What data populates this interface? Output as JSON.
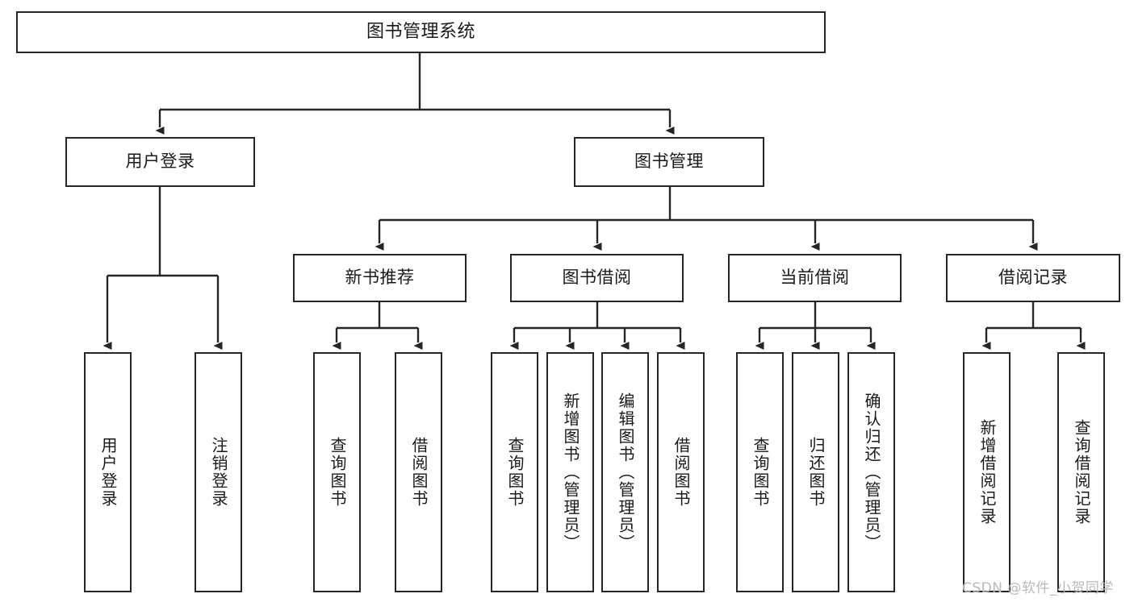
{
  "diagram": {
    "title": "图书管理系统",
    "type": "tree-hierarchy",
    "levels": {
      "root": {
        "label": "图书管理系统"
      },
      "level2": [
        {
          "label": "用户登录"
        },
        {
          "label": "图书管理"
        }
      ],
      "level3": [
        {
          "label": "新书推荐"
        },
        {
          "label": "图书借阅"
        },
        {
          "label": "当前借阅"
        },
        {
          "label": "借阅记录"
        }
      ],
      "leaves": [
        {
          "label": "用户登录"
        },
        {
          "label": "注销登录"
        },
        {
          "label": "查询图书"
        },
        {
          "label": "借阅图书"
        },
        {
          "label": "查询图书"
        },
        {
          "label": "新增图书（管理员）"
        },
        {
          "label": "编辑图书（管理员）"
        },
        {
          "label": "借阅图书"
        },
        {
          "label": "查询图书"
        },
        {
          "label": "归还图书"
        },
        {
          "label": "确认归还（管理员）"
        },
        {
          "label": "新增借阅记录"
        },
        {
          "label": "查询借阅记录"
        }
      ]
    }
  },
  "watermark": {
    "text": "CSDN @软件_小贺同学"
  },
  "colors": {
    "stroke": "#262626",
    "box_fill": "#ffffff",
    "text": "#1a1a1a",
    "watermark": "#b9b9b9",
    "background": "#ffffff"
  }
}
